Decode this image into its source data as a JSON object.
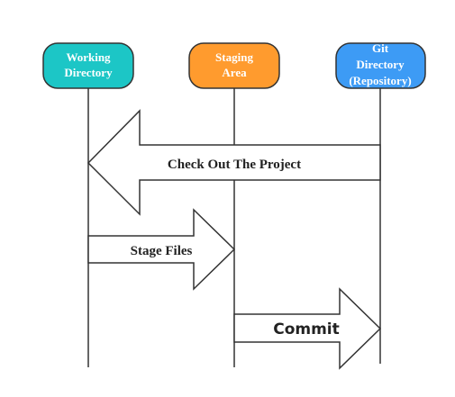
{
  "participants": {
    "working": {
      "line1": "Working",
      "line2": "Directory",
      "color": "#1CC6C6"
    },
    "staging": {
      "line1": "Staging",
      "line2": "Area",
      "color": "#FF9B2E"
    },
    "git": {
      "line1": "Git",
      "line2": "Directory",
      "line3": "(Repository)",
      "color": "#3D9BF5"
    }
  },
  "arrows": {
    "checkout": {
      "label": "Check Out The Project",
      "direction": "left"
    },
    "stage": {
      "label": "Stage Files",
      "direction": "right"
    },
    "commit": {
      "label": "Commit",
      "direction": "right"
    }
  },
  "colors": {
    "outline": "#333333",
    "arrow_fill": "#ffffff",
    "lifeline": "#333333"
  }
}
